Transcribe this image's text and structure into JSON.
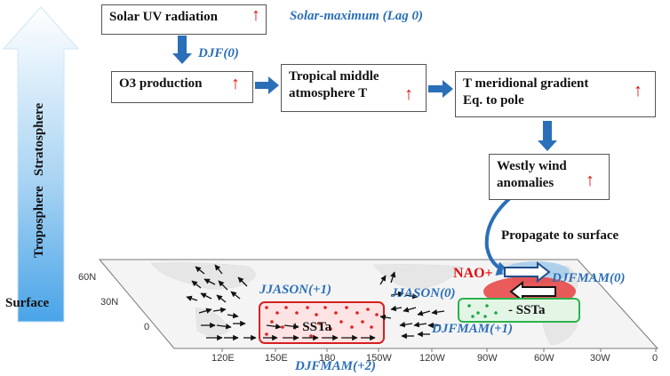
{
  "boxes": {
    "solar_uv": "Solar UV radiation",
    "o3": "O3 production",
    "tropical_t_1": "Tropical middle",
    "tropical_t_2": "atmosphere T",
    "meridional_1": "T meridional gradient",
    "meridional_2": "Eq. to pole",
    "westly_1": "Westly wind",
    "westly_2": "anomalies"
  },
  "up_arrow_glyph": "↑",
  "labels": {
    "solar_max": "Solar-maximum (Lag 0)",
    "djf0": "DJF(0)",
    "propagate": "Propagate to surface",
    "nao": "NAO+",
    "djfmam0": "DJFMAM(0)",
    "jjason1": "JJASON(+1)",
    "jjason0": "JJASON(0)",
    "djfmam1": "DJFMAM(+1)",
    "djfmam2": "DJFMAM(+2)",
    "pos_ssta": "+ SSTa",
    "neg_ssta": "- SSTa"
  },
  "layers": {
    "stratosphere": "Stratosphere",
    "troposphere": "Troposphere",
    "surface": "Surface"
  },
  "map": {
    "lat_ticks": [
      "60N",
      "30N",
      "0"
    ],
    "lon_ticks": [
      "120E",
      "150E",
      "180",
      "150W",
      "120W",
      "90W",
      "60W",
      "30W",
      "0"
    ]
  },
  "colors": {
    "arrow_blue": "#2a6fb8",
    "label_blue": "#2a6fb8",
    "up_red": "#e01010",
    "warm_red": "#e03030",
    "cool_green": "#2cb24a"
  }
}
